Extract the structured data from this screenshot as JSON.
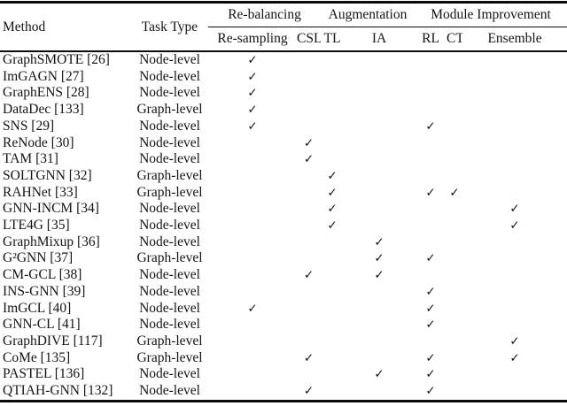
{
  "table": {
    "header": {
      "method": "Method",
      "task": "Task Type"
    },
    "groups": [
      {
        "label": "Re-balancing"
      },
      {
        "label": "Augmentation"
      },
      {
        "label": "Module Improvement"
      }
    ],
    "sub_headers": {
      "resampling": "Re-sampling",
      "csl": "CSL",
      "tl": "TL",
      "ia": "IA",
      "rl": "RL",
      "ct": "CT",
      "ensemble": "Ensemble"
    },
    "check_columns": [
      "resampling",
      "csl",
      "tl",
      "ia",
      "rl",
      "ct",
      "ensemble"
    ],
    "check_glyph": "✓",
    "rows": [
      {
        "method": "GraphSMOTE [26]",
        "task": "Node-level",
        "checks": [
          "resampling"
        ]
      },
      {
        "method": "ImGAGN [27]",
        "task": "Node-level",
        "checks": [
          "resampling"
        ]
      },
      {
        "method": "GraphENS [28]",
        "task": "Node-level",
        "checks": [
          "resampling"
        ]
      },
      {
        "method": "DataDec [133]",
        "task": "Graph-level",
        "checks": [
          "resampling"
        ]
      },
      {
        "method": "SNS [29]",
        "task": "Node-level",
        "checks": [
          "resampling",
          "rl"
        ]
      },
      {
        "method": "ReNode [30]",
        "task": "Node-level",
        "checks": [
          "csl"
        ]
      },
      {
        "method": "TAM [31]",
        "task": "Node-level",
        "checks": [
          "csl"
        ]
      },
      {
        "method": "SOLTGNN [32]",
        "task": "Graph-level",
        "checks": [
          "tl"
        ]
      },
      {
        "method": "RAHNet [33]",
        "task": "Graph-level",
        "checks": [
          "tl",
          "rl",
          "ct"
        ]
      },
      {
        "method": "GNN-INCM [34]",
        "task": "Node-level",
        "checks": [
          "tl",
          "ensemble"
        ]
      },
      {
        "method": "LTE4G [35]",
        "task": "Node-level",
        "checks": [
          "tl",
          "ensemble"
        ]
      },
      {
        "method": "GraphMixup [36]",
        "task": "Node-level",
        "checks": [
          "ia"
        ]
      },
      {
        "method": "G²GNN [37]",
        "task": "Graph-level",
        "checks": [
          "ia",
          "rl"
        ]
      },
      {
        "method": "CM-GCL [38]",
        "task": "Node-level",
        "checks": [
          "csl",
          "ia"
        ]
      },
      {
        "method": "INS-GNN [39]",
        "task": "Node-level",
        "checks": [
          "rl"
        ]
      },
      {
        "method": "ImGCL [40]",
        "task": "Node-level",
        "checks": [
          "resampling",
          "rl"
        ]
      },
      {
        "method": "GNN-CL [41]",
        "task": "Node-level",
        "checks": [
          "rl"
        ]
      },
      {
        "method": "GraphDIVE [117]",
        "task": "Graph-level",
        "checks": [
          "ensemble"
        ]
      },
      {
        "method": "CoMe [135]",
        "task": "Graph-level",
        "checks": [
          "csl",
          "rl",
          "ensemble"
        ]
      },
      {
        "method": "PASTEL [136]",
        "task": "Node-level",
        "checks": [
          "ia",
          "rl"
        ]
      },
      {
        "method": "QTIAH-GNN [132]",
        "task": "Node-level",
        "checks": [
          "csl",
          "rl"
        ]
      }
    ]
  }
}
